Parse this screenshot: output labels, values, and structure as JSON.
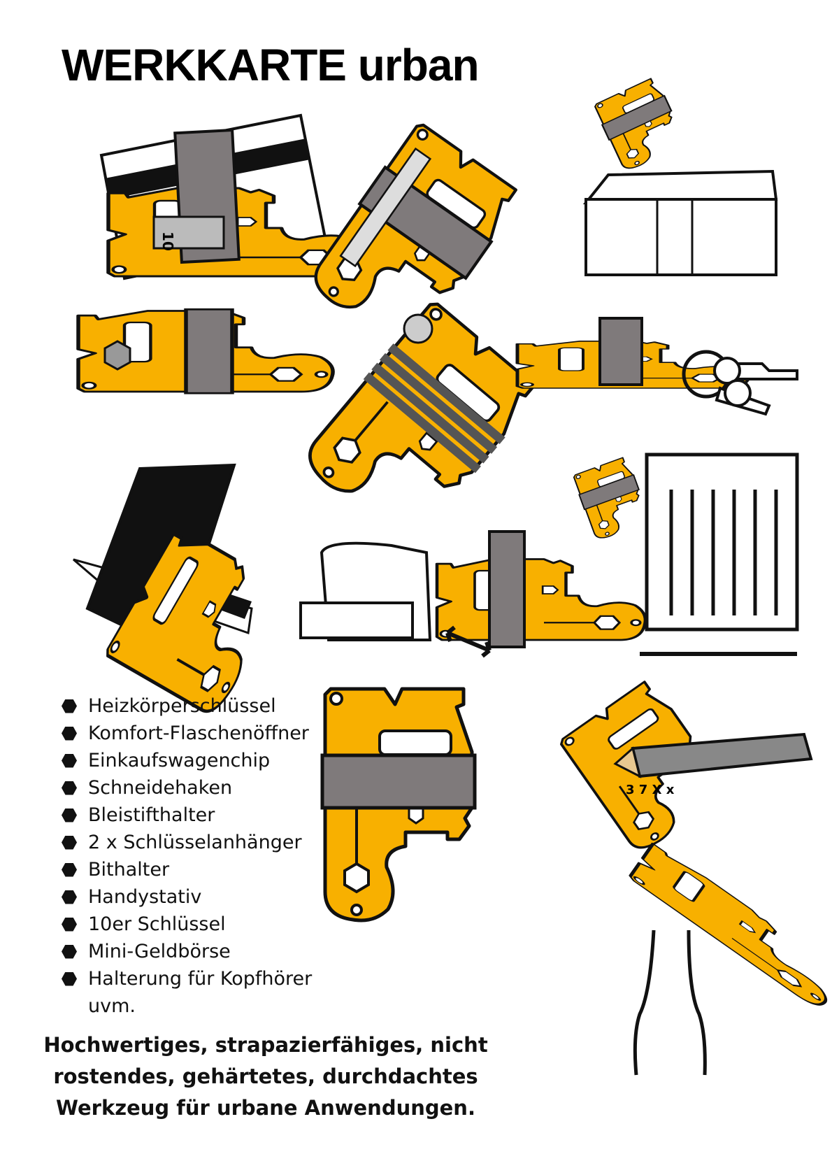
{
  "title": "WERKKARTE urban",
  "features": [
    "Heizkörperschlüssel",
    "Komfort-Flaschenöffner",
    "Einkaufswagenchip",
    "Schneidehaken",
    "Bleistifthalter",
    "2 x Schlüsselanhänger",
    "Bithalter",
    "Handystativ",
    "10er Schlüssel",
    "Mini-Geldbörse",
    "Halterung für Kopfhörer"
  ],
  "features_more": "uvm.",
  "claim_lines": [
    "Hochwertiges, strapazierfähiges, nicht",
    "rostendes, gehärtetes, durchdachtes",
    "Werkzeug für urbane Anwendungen."
  ],
  "illustration_labels": {
    "wrench_size": "10",
    "game_marks": "3 7 X x"
  },
  "colors": {
    "card": "#F8B000",
    "band": "#7F7A7B",
    "outline": "#111111"
  }
}
